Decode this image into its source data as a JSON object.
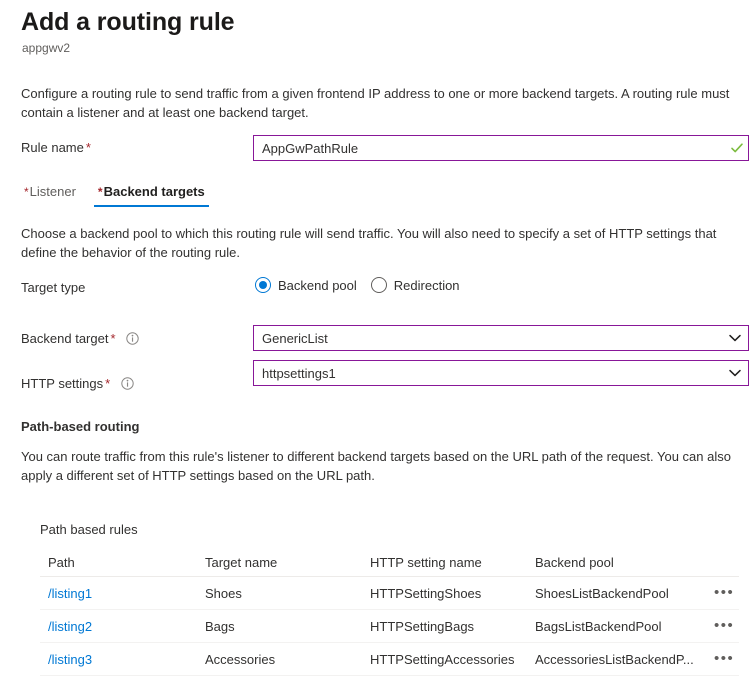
{
  "header": {
    "title": "Add a routing rule",
    "subtitle": "appgwv2"
  },
  "intro_text": "Configure a routing rule to send traffic from a given frontend IP address to one or more backend targets. A routing rule must contain a listener and at least one backend target.",
  "rule_name": {
    "label": "Rule name",
    "required_marker": "*",
    "value": "AppGwPathRule",
    "placeholder": "",
    "validation_icon": "check-icon",
    "border_color": "#881798",
    "check_color": "#7cbb3f"
  },
  "tabs": [
    {
      "label": "Listener",
      "required_marker": "*",
      "active": false
    },
    {
      "label": "Backend targets",
      "required_marker": "*",
      "active": true
    }
  ],
  "tab_accent_color": "#0078d4",
  "section_desc": "Choose a backend pool to which this routing rule will send traffic. You will also need to specify a set of HTTP settings that define the behavior of the routing rule.",
  "target_type": {
    "label": "Target type",
    "options": [
      {
        "label": "Backend pool",
        "selected": true
      },
      {
        "label": "Redirection",
        "selected": false
      }
    ],
    "selected_color": "#0078d4"
  },
  "backend_target": {
    "label": "Backend target",
    "required_marker": "*",
    "info_icon": "info-icon",
    "value": "GenericList",
    "chevron": "chevron-down-icon"
  },
  "http_settings": {
    "label": "HTTP settings",
    "required_marker": "*",
    "info_icon": "info-icon",
    "value": "httpsettings1",
    "chevron": "chevron-down-icon"
  },
  "path_based_routing": {
    "heading": "Path-based routing",
    "description": "You can route traffic from this rule's listener to different backend targets based on the URL path of the request. You can also apply a different set of HTTP settings based on the URL path.",
    "table_caption": "Path based rules",
    "columns": [
      "Path",
      "Target name",
      "HTTP setting name",
      "Backend pool"
    ],
    "rows": [
      {
        "path": "/listing1",
        "target_name": "Shoes",
        "http_setting_name": "HTTPSettingShoes",
        "backend_pool": "ShoesListBackendPool",
        "menu": "more-options-icon"
      },
      {
        "path": "/listing2",
        "target_name": "Bags",
        "http_setting_name": "HTTPSettingBags",
        "backend_pool": "BagsListBackendPool",
        "menu": "more-options-icon"
      },
      {
        "path": "/listing3",
        "target_name": "Accessories",
        "http_setting_name": "HTTPSettingAccessories",
        "backend_pool": "AccessoriesListBackendP...",
        "menu": "more-options-icon"
      }
    ],
    "link_color": "#0078d4"
  }
}
